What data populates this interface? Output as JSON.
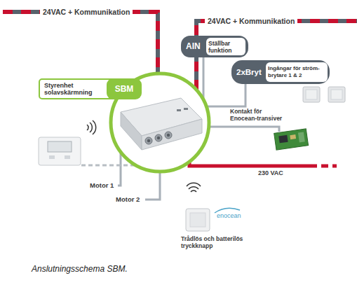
{
  "diagram": {
    "caption": "Anslutningsschema SBM.",
    "nodes": [
      {
        "text": [
          "Styrenhet solavskärmning",
          "SBM"
        ]
      },
      {
        "text": [
          "AIN",
          "Ställbar funktion"
        ]
      },
      {
        "text": [
          "2xBryt",
          "Ingångar för ström- brytare 1 & 2"
        ]
      }
    ],
    "labels": [
      "24VAC + Kommunikation",
      "24VAC + Kommunikation",
      "Kontakt för Enocean-transiver",
      "230 VAC",
      "Motor 1",
      "Motor 2",
      "enocean",
      "Trådlös och batterilös tryckknapp"
    ]
  }
}
